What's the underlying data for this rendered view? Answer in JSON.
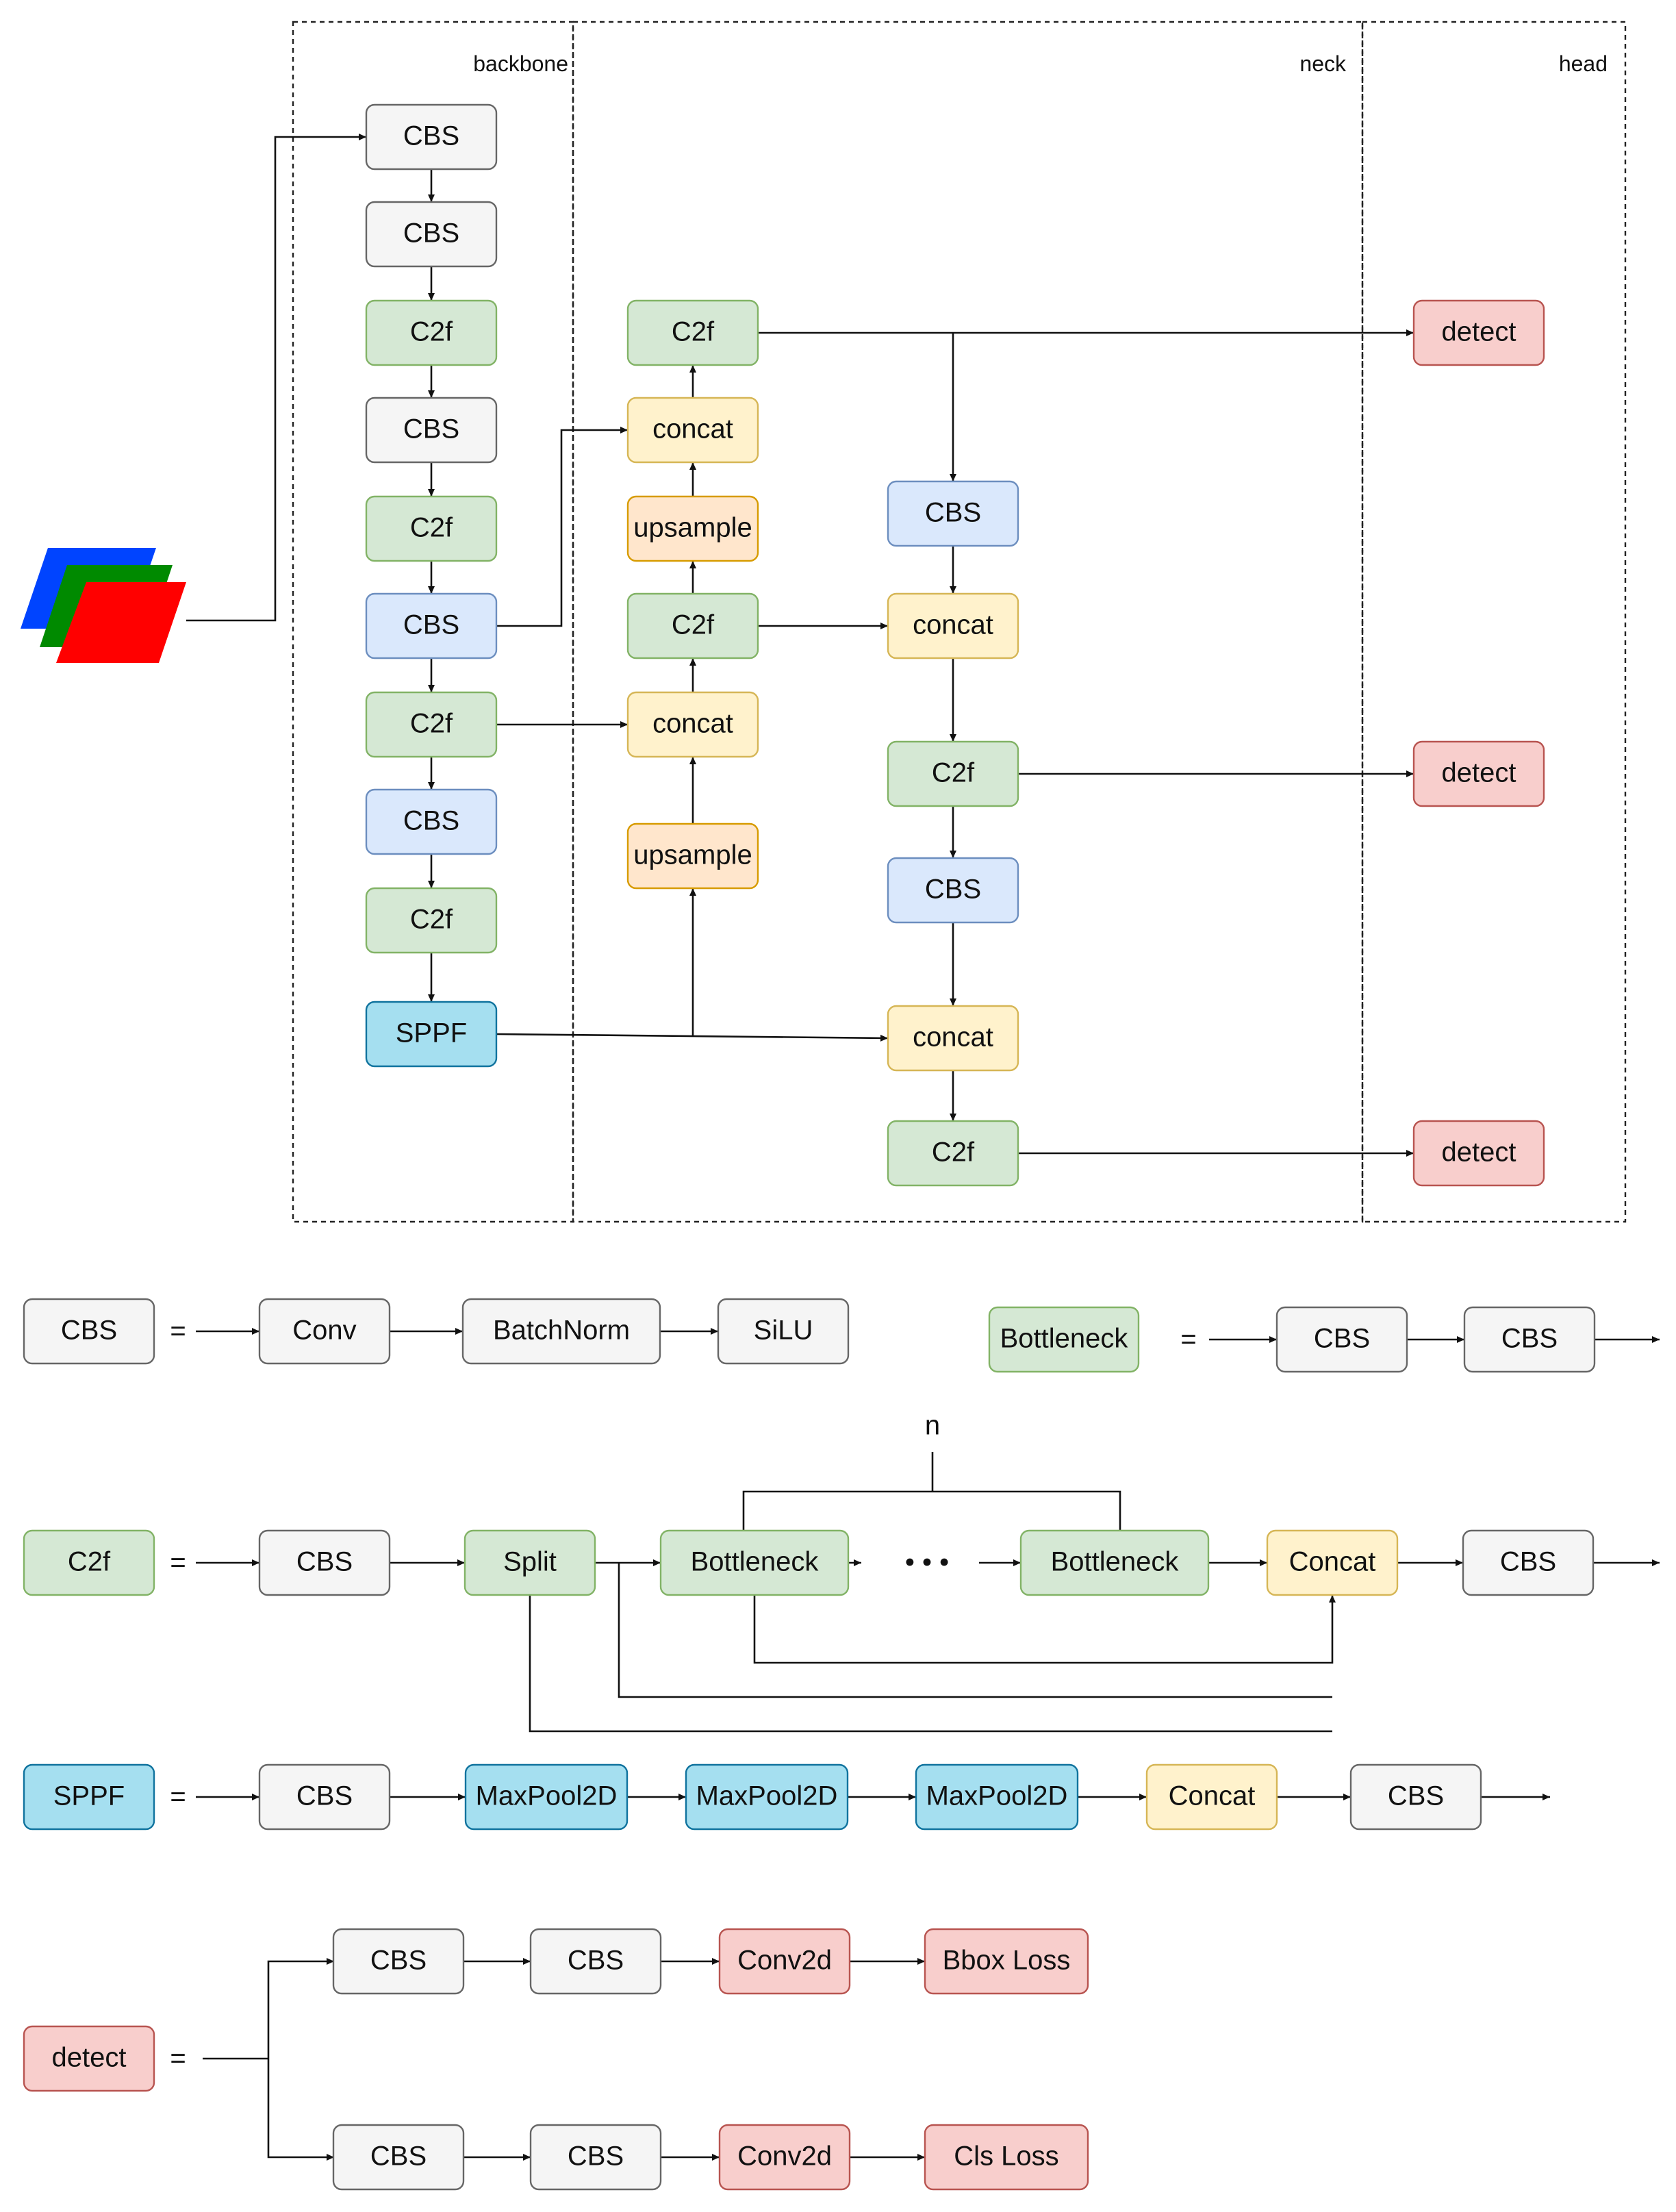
{
  "colors": {
    "gray": "#f5f5f5",
    "gray_stroke": "#666666",
    "green": "#d5e8d4",
    "green_stroke": "#82b366",
    "blue": "#dae8fc",
    "blue_stroke": "#6c8ebf",
    "yellow": "#fff2cc",
    "yellow_stroke": "#d6b656",
    "orange": "#ffe6cc",
    "orange_stroke": "#d79b00",
    "cyan": "#a5dff0",
    "cyan_stroke": "#10739e",
    "red": "#f8cecc",
    "red_stroke": "#b85450",
    "input_layers": [
      "#0044ff",
      "#008a00",
      "#ff0000"
    ]
  },
  "sections": {
    "backbone": "backbone",
    "neck": "neck",
    "head": "head"
  },
  "backbone": {
    "nodes": [
      "CBS",
      "CBS",
      "C2f",
      "CBS",
      "C2f",
      "CBS",
      "C2f",
      "CBS",
      "C2f",
      "SPPF"
    ]
  },
  "neck": {
    "left_column": [
      "C2f",
      "concat",
      "upsample",
      "C2f",
      "concat",
      "upsample"
    ],
    "right_column": [
      "CBS",
      "concat",
      "C2f",
      "CBS",
      "concat",
      "C2f"
    ]
  },
  "head": {
    "nodes": [
      "detect",
      "detect",
      "detect"
    ]
  },
  "legend": {
    "equals": "=",
    "ellipsis": "• • •",
    "cbs": {
      "name": "CBS",
      "parts": [
        "Conv",
        "BatchNorm",
        "SiLU"
      ]
    },
    "bottleneck": {
      "name": "Bottleneck",
      "parts": [
        "CBS",
        "CBS"
      ]
    },
    "c2f": {
      "name": "C2f",
      "parts": [
        "CBS",
        "Split",
        "Bottleneck",
        "Bottleneck",
        "Concat",
        "CBS"
      ],
      "repeat_label": "n"
    },
    "sppf": {
      "name": "SPPF",
      "parts": [
        "CBS",
        "MaxPool2D",
        "MaxPool2D",
        "MaxPool2D",
        "Concat",
        "CBS"
      ]
    },
    "detect": {
      "name": "detect",
      "upper": [
        "CBS",
        "CBS",
        "Conv2d",
        "Bbox Loss"
      ],
      "lower": [
        "CBS",
        "CBS",
        "Conv2d",
        "Cls Loss"
      ]
    }
  }
}
